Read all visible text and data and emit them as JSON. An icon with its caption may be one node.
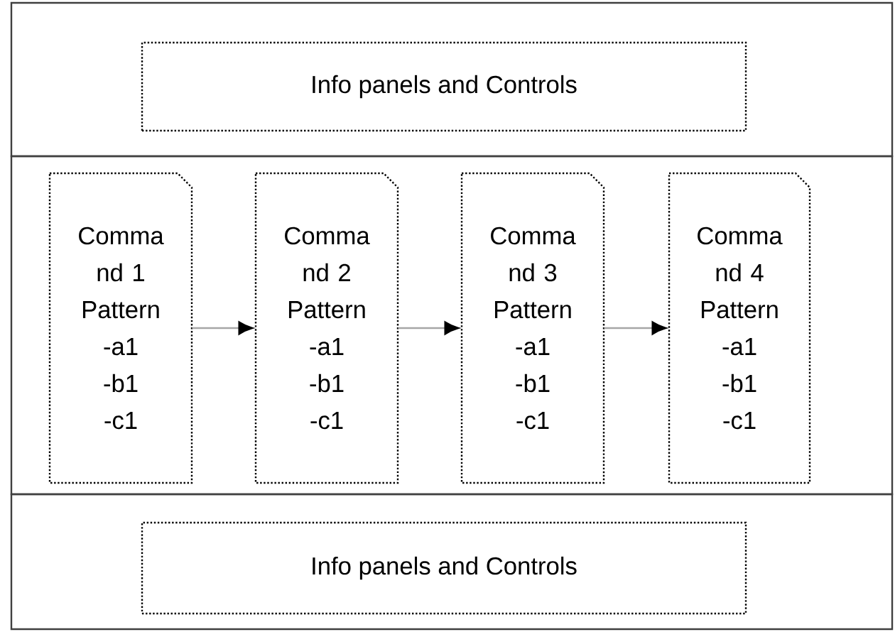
{
  "diagram": {
    "nodes": [
      {
        "text": [],
        "shape": "band"
      },
      {
        "text": [
          "Info panels and Controls"
        ],
        "in": 0
      },
      {
        "text": [],
        "shape": "band"
      },
      {
        "text": [
          "Comma nd 1 Pattern",
          "-a1",
          "-b1",
          "-c1"
        ],
        "in": 2
      },
      {
        "text": [
          "Comma nd 2 Pattern",
          "-a1",
          "-b1",
          "-c1"
        ],
        "in": 2
      },
      {
        "text": [
          "Comma nd 3 Pattern",
          "-a1",
          "-b1",
          "-c1"
        ],
        "in": 2
      },
      {
        "text": [
          "Comma nd 4 Pattern",
          "-a1",
          "-b1",
          "-c1"
        ],
        "in": 2
      },
      {
        "text": [],
        "shape": "band"
      },
      {
        "text": [
          "Info panels and Controls"
        ],
        "in": 7
      }
    ],
    "edges": [
      {
        "from": 3,
        "to": 4,
        "arrow": "to"
      },
      {
        "from": 4,
        "to": 5,
        "arrow": "to"
      },
      {
        "from": 5,
        "to": 6,
        "arrow": "to"
      }
    ]
  }
}
